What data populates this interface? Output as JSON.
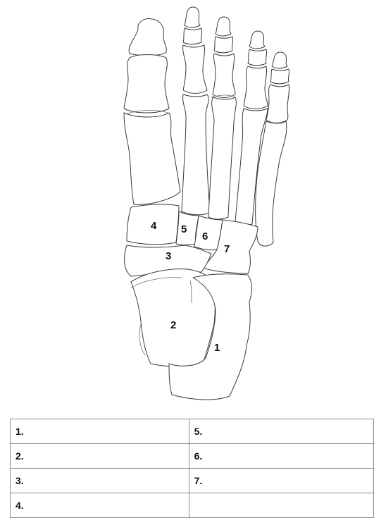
{
  "diagram": {
    "labels": [
      "1",
      "2",
      "3",
      "4",
      "5",
      "6",
      "7"
    ]
  },
  "answer_table": {
    "rows": [
      {
        "left": "1.",
        "right": "5."
      },
      {
        "left": "2.",
        "right": "6."
      },
      {
        "left": "3.",
        "right": "7."
      },
      {
        "left": "4.",
        "right": ""
      }
    ]
  }
}
